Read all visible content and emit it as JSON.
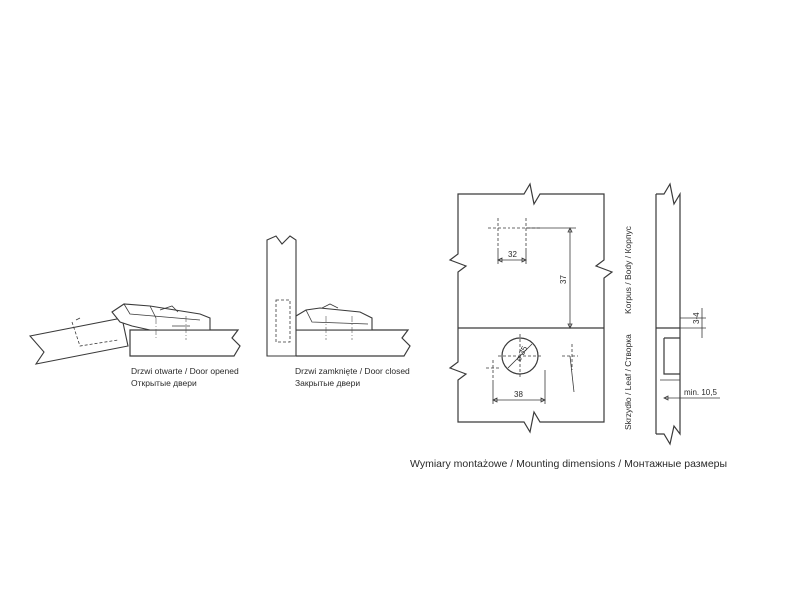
{
  "fig1": {
    "caption_line1": "Drzwi otwarte / Door opened",
    "caption_line2": "Открытые двери"
  },
  "fig2": {
    "caption_line1": "Drzwi zamknięte / Door closed",
    "caption_line2": "Закрытые двери"
  },
  "fig3": {
    "dim_32": "32",
    "dim_37": "37",
    "dim_38": "38",
    "dim_d35": "ø 35"
  },
  "fig4": {
    "label_body": "Korpus / Body / Корпус",
    "label_leaf": "Skrzydło / Leaf / Створка",
    "dim_3_4": "3-4",
    "dim_min": "min. 10,5"
  },
  "caption_main": "Wymiary montażowe / Mounting dimensions / Монтажные размеры"
}
